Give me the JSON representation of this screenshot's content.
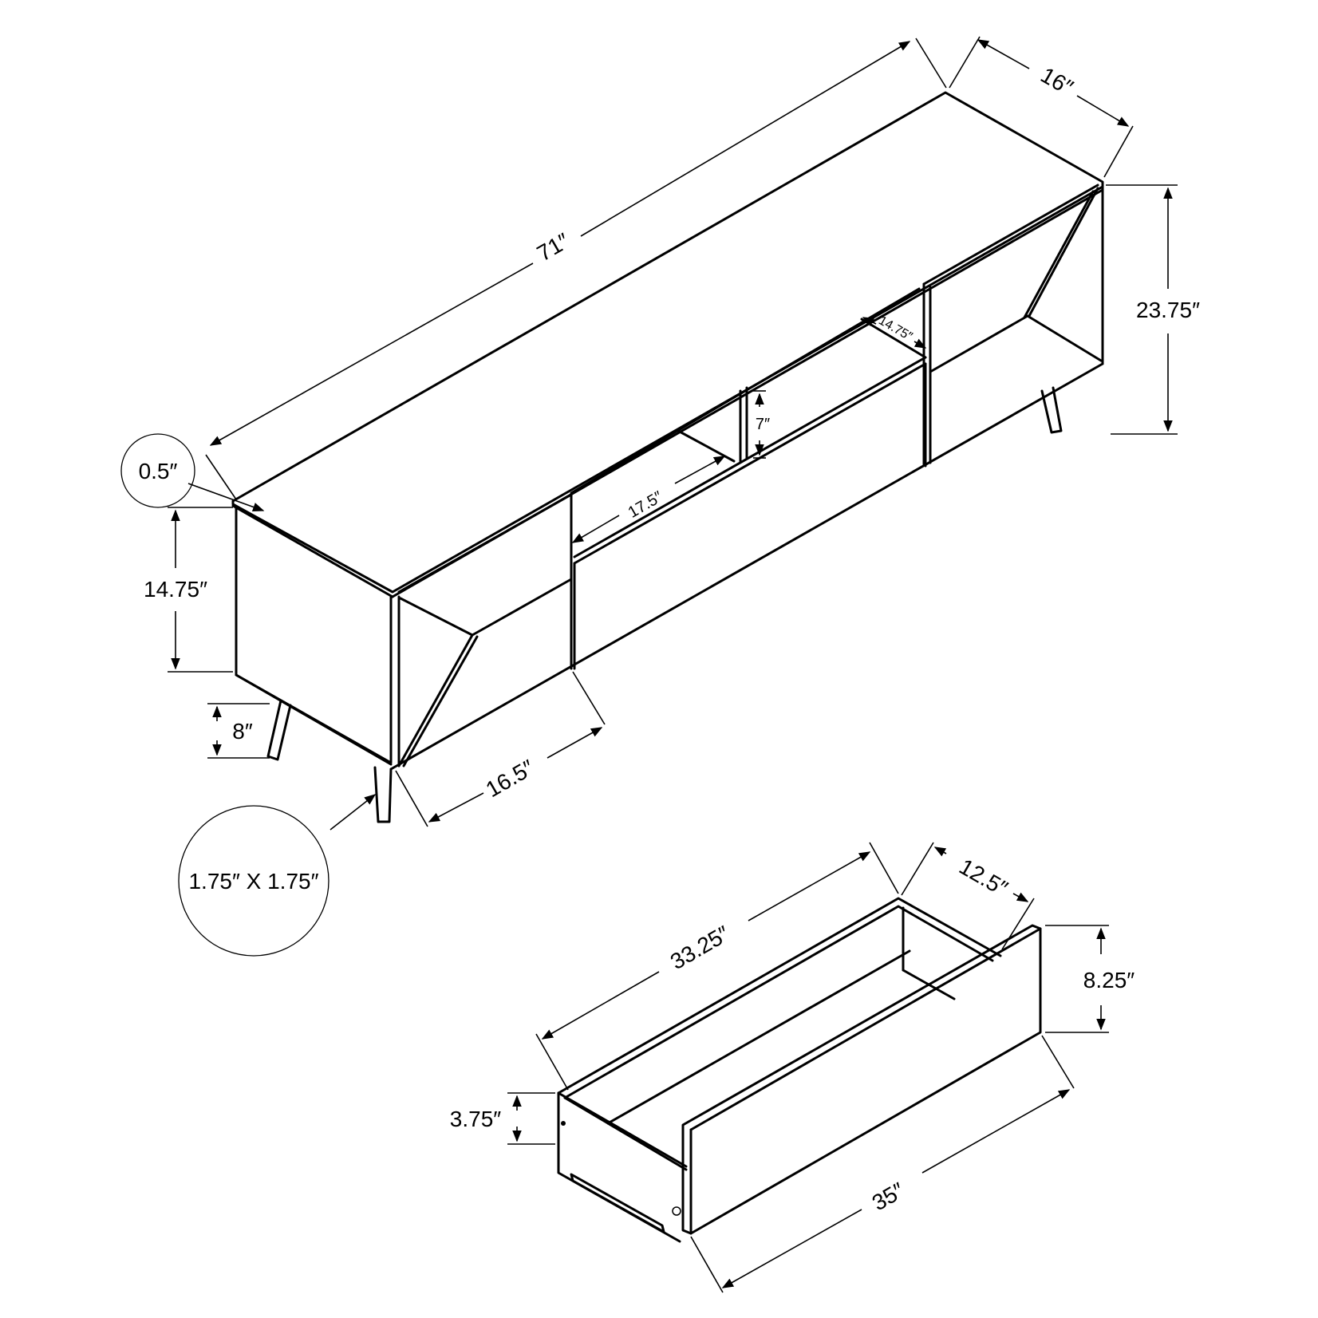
{
  "diagram": {
    "subject": "TV stand dimension drawing with drawer detail",
    "colors": {
      "line": "#000000",
      "background": "#ffffff"
    },
    "dimensions": {
      "overall_length": "71″",
      "overall_depth": "16″",
      "overall_height": "23.75″",
      "top_thickness": "0.5″",
      "cabinet_body_height": "14.75″",
      "leg_height": "8″",
      "side_door_width": "16.5″",
      "leg_section": "1.75″ X 1.75″",
      "open_shelf_width": "17.5″",
      "open_shelf_height": "7″",
      "open_shelf_depth": "14.75″"
    },
    "drawer": {
      "inner_length": "33.25″",
      "depth": "12.5″",
      "front_height": "8.25″",
      "side_height": "3.75″",
      "front_length": "35″"
    }
  }
}
